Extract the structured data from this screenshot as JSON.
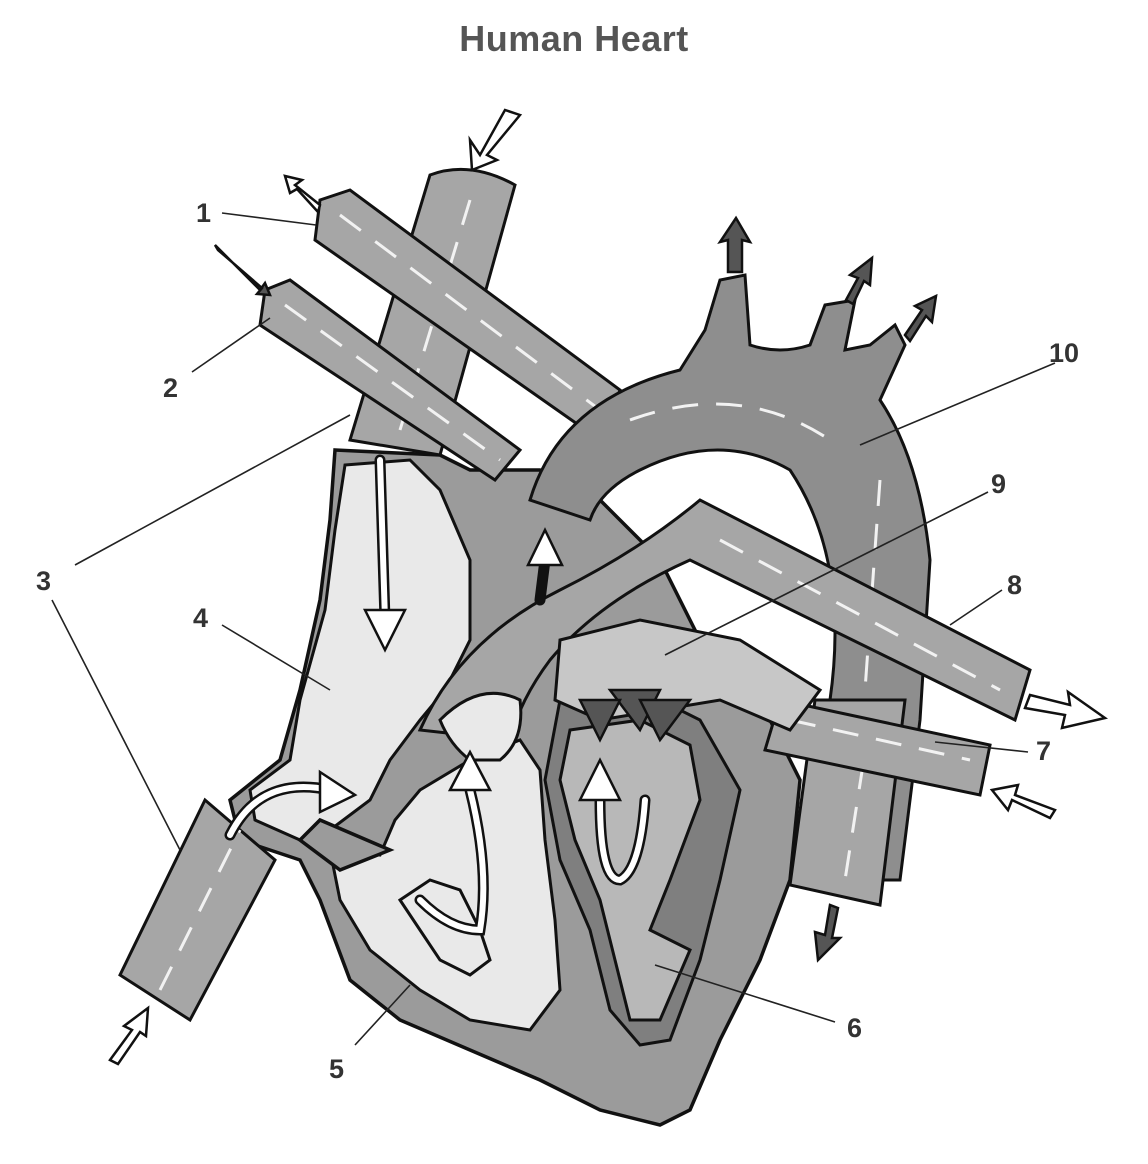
{
  "title": "Human Heart",
  "labels": [
    "1",
    "2",
    "3",
    "3",
    "4",
    "5",
    "6",
    "7",
    "8",
    "9",
    "10"
  ],
  "colors": {
    "vessel": "#a6a6a6",
    "wall": "#9b9b9b",
    "chamber": "#e9e9e9",
    "outline": "#111111"
  }
}
